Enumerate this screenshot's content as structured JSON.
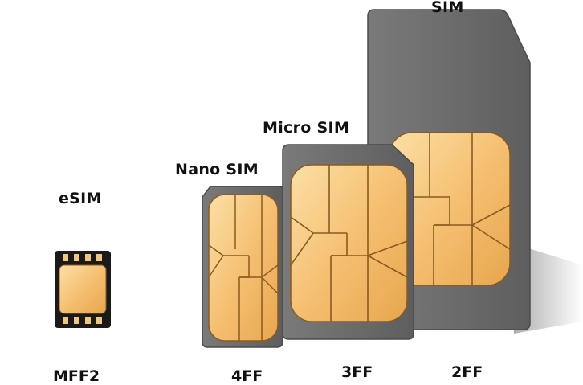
{
  "cards": [
    {
      "name": "SIM",
      "code": "2FF"
    },
    {
      "name": "Micro SIM",
      "code": "3FF"
    },
    {
      "name": "Nano SIM",
      "code": "4FF"
    },
    {
      "name": "eSIM",
      "code": "MFF2"
    }
  ],
  "colors": {
    "card_body": "#6e6e6e",
    "card_edge": "#4a4a4a",
    "chip_gold": "#f2b860",
    "chip_light": "#f8d79a",
    "chip_line": "#8a5a20",
    "esim_body": "#1a1a1a"
  }
}
